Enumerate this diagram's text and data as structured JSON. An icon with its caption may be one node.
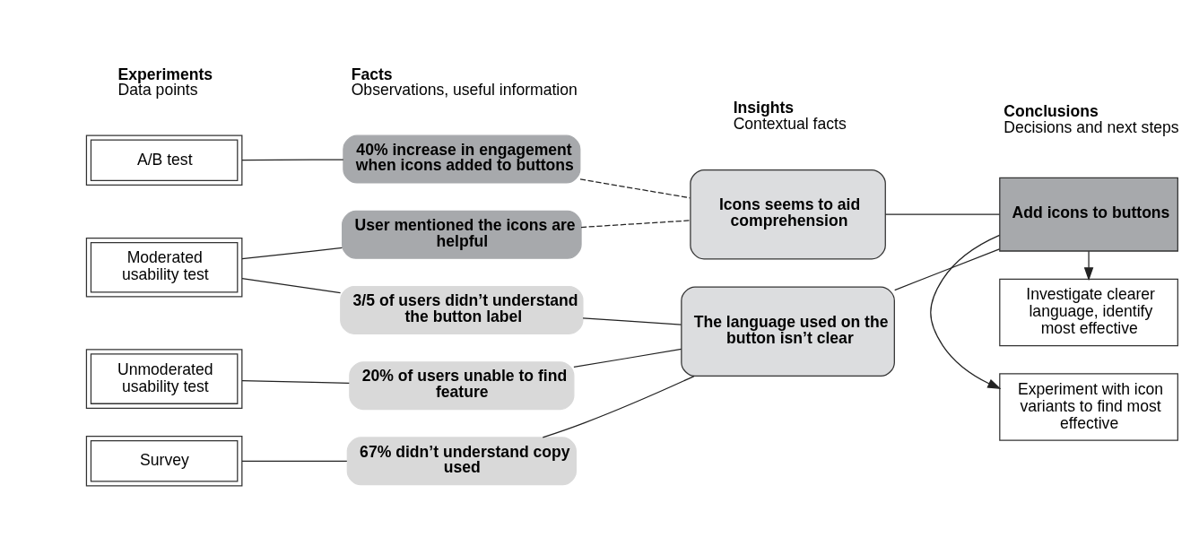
{
  "diagram": {
    "nodes": [
      {
        "text": [
          "Survey"
        ]
      },
      {
        "text": [
          "A/B test"
        ]
      },
      {
        "text": [
          "Moderated usability test"
        ]
      },
      {
        "text": [
          "Unmoderated usability test"
        ]
      },
      {
        "text": [
          "67% didn’t understand copy used"
        ]
      },
      {
        "text": [
          "40% increase in engagement when icons added to buttons"
        ]
      },
      {
        "text": [
          "3/5 of users didn’t understand the button label"
        ]
      },
      {
        "text": [
          "User mentioned the icons are helpful"
        ]
      },
      {
        "text": [
          "20% of users unable to find feature"
        ]
      },
      {
        "text": [
          "The language used on the button isn’t clear"
        ]
      },
      {
        "text": [
          "Icons seems to aid comprehension"
        ]
      },
      {
        "text": [
          "Investigate clearer language, identify most effective"
        ]
      },
      {
        "text": [
          "Add icons to buttons"
        ]
      },
      {
        "text": [
          "Experiment with icon variants to find most effective"
        ]
      }
    ],
    "edges": [
      {
        "from": 0,
        "to": 4,
        "arrow": "none"
      },
      {
        "from": 1,
        "to": 5,
        "arrow": "none"
      },
      {
        "from": 2,
        "to": 6,
        "arrow": "none"
      },
      {
        "from": 2,
        "to": 7,
        "arrow": "none"
      },
      {
        "from": 3,
        "to": 8,
        "arrow": "none"
      },
      {
        "from": 4,
        "to": 9,
        "arrow": "none"
      },
      {
        "from": 5,
        "to": 10,
        "arrow": "none",
        "style": "dashed"
      },
      {
        "from": 6,
        "to": 9,
        "arrow": "none"
      },
      {
        "from": 7,
        "to": 10,
        "arrow": "none",
        "style": "dashed"
      },
      {
        "from": 8,
        "to": 9,
        "arrow": "none"
      },
      {
        "from": 9,
        "to": 12,
        "arrow": "none"
      },
      {
        "from": 10,
        "to": 12,
        "arrow": "none"
      },
      {
        "from": 12,
        "to": 11,
        "arrow": "to"
      },
      {
        "from": 12,
        "to": 13,
        "arrow": "to"
      }
    ],
    "labels": [
      "Experiments",
      "Data points",
      "Facts",
      "Observations, useful information",
      "Insights",
      "Contextual facts",
      "Conclusions",
      "Decisions and next steps"
    ]
  }
}
